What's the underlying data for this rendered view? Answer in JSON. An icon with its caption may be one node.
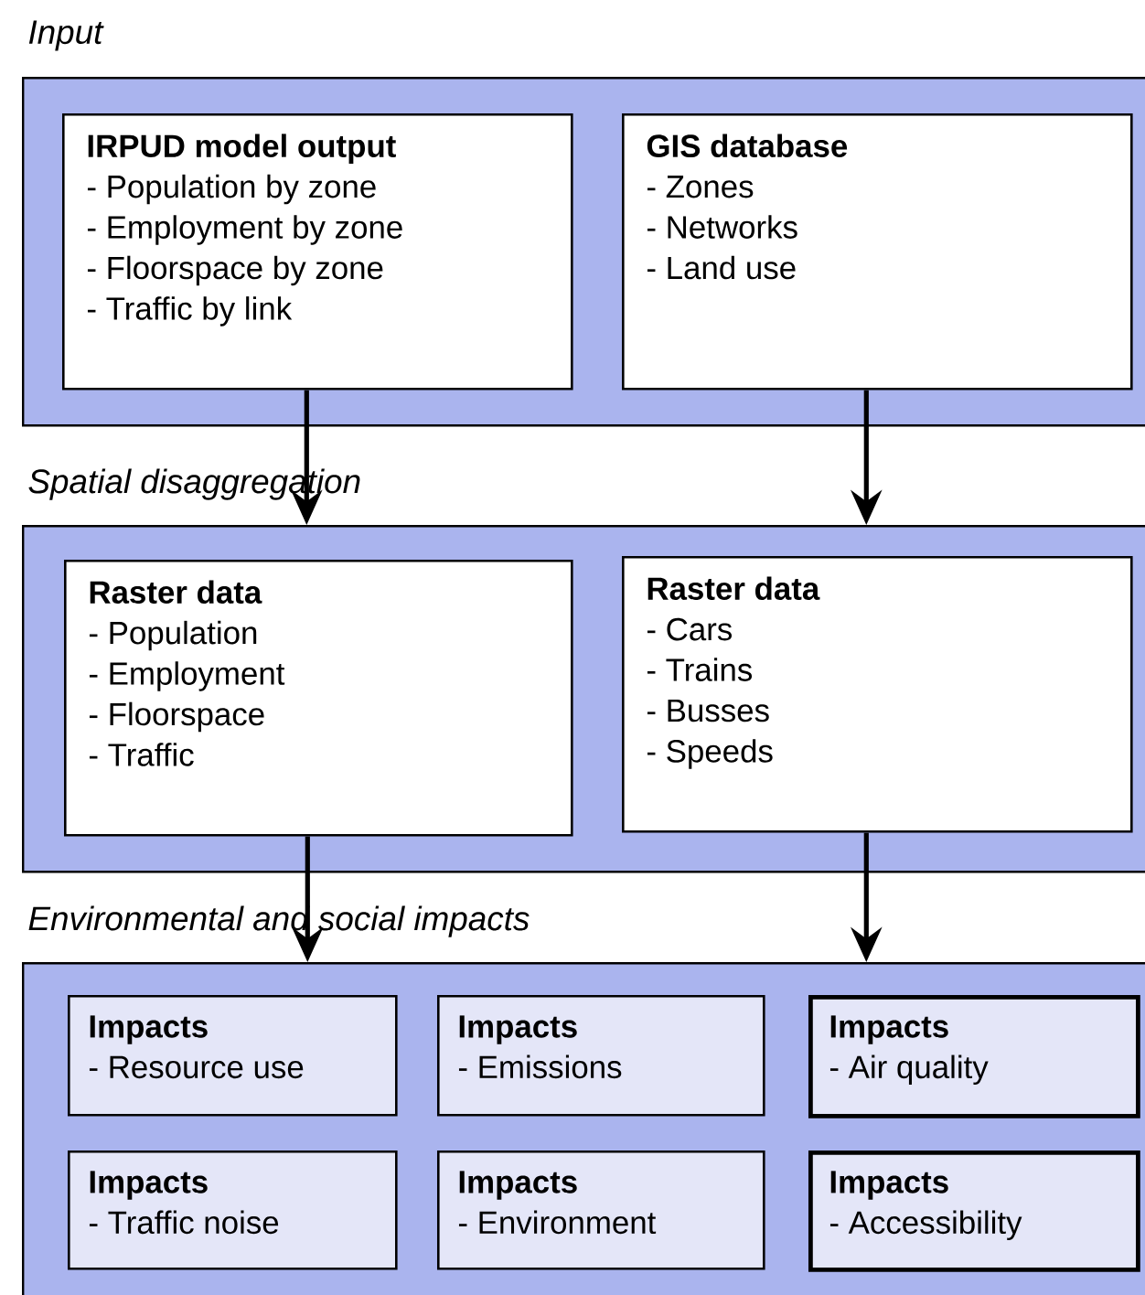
{
  "diagram": {
    "nodes": [
      {
        "text": [
          "Input"
        ]
      },
      {
        "text": [
          "IRPUD model output",
          "- Population by zone",
          "- Employment by zone",
          "- Floorspace by zone",
          "- Traffic by link"
        ],
        "in": 0
      },
      {
        "text": [
          "GIS database",
          "- Zones",
          "- Networks",
          "- Land use"
        ],
        "in": 0
      },
      {
        "text": [
          "Spatial disaggregation"
        ]
      },
      {
        "text": [
          "Raster data",
          "- Population",
          "- Employment",
          "- Floorspace",
          "- Traffic"
        ],
        "in": 3
      },
      {
        "text": [
          "Raster data",
          "- Cars",
          "- Trains",
          "- Busses",
          "- Speeds"
        ],
        "in": 3
      },
      {
        "text": [
          "Environmental and social impacts"
        ]
      },
      {
        "text": [
          "Impacts",
          "- Resource use"
        ],
        "in": 6
      },
      {
        "text": [
          "Impacts",
          "- Emissions"
        ],
        "in": 6
      },
      {
        "text": [
          "Impacts",
          "- Air quality"
        ],
        "in": 6
      },
      {
        "text": [
          "Impacts",
          "- Traffic noise"
        ],
        "in": 6
      },
      {
        "text": [
          "Impacts",
          "- Environment"
        ],
        "in": 6
      },
      {
        "text": [
          "Impacts",
          "- Accessibility"
        ],
        "in": 6
      }
    ],
    "edges": [
      {
        "from": 1,
        "to": 3,
        "arrow": "to"
      },
      {
        "from": 2,
        "to": 3,
        "arrow": "to"
      },
      {
        "from": 4,
        "to": 6,
        "arrow": "to"
      },
      {
        "from": 5,
        "to": 6,
        "arrow": "to"
      }
    ]
  }
}
